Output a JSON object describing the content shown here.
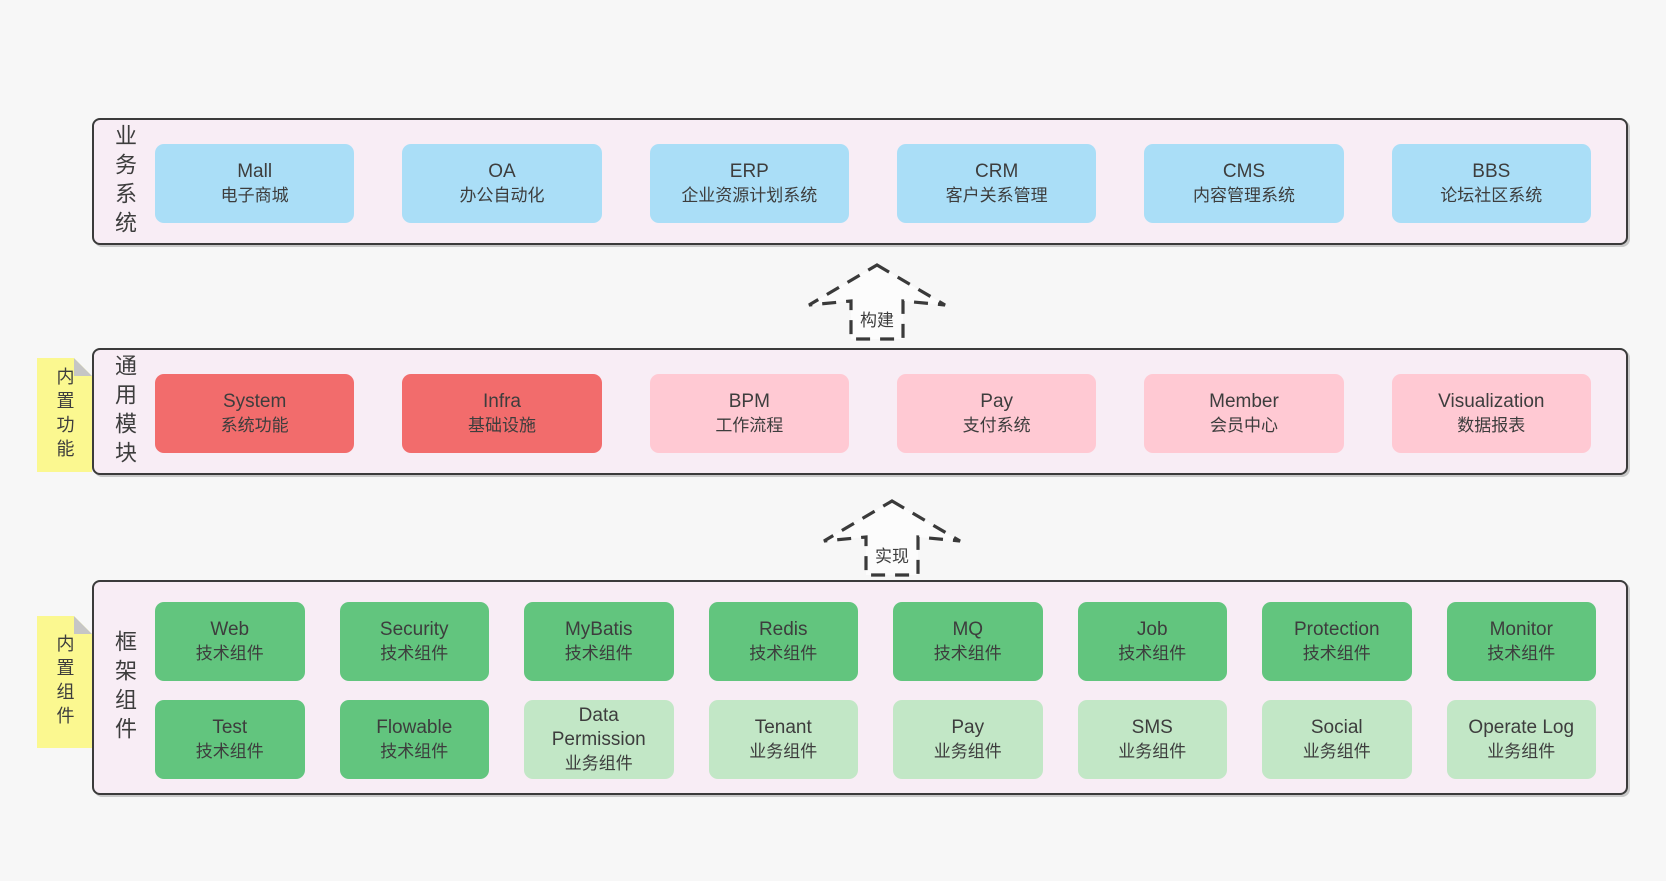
{
  "colors": {
    "page_bg": "#f7f7f7",
    "panel_bg": "#f8edf5",
    "panel_border": "#3b3b3b",
    "blue_box": "#aadef7",
    "red_box": "#f26c6c",
    "pink_box": "#ffc9d3",
    "green_box": "#62c57e",
    "light_green_box": "#c2e7c6",
    "sticky_yellow": "#fbf890",
    "text": "#3d3d3d"
  },
  "arrows": [
    {
      "label": "构建"
    },
    {
      "label": "实现"
    }
  ],
  "business_layer": {
    "side_label": "业务系统",
    "items": [
      {
        "name": "Mall",
        "desc": "电子商城"
      },
      {
        "name": "OA",
        "desc": "办公自动化"
      },
      {
        "name": "ERP",
        "desc": "企业资源计划系统"
      },
      {
        "name": "CRM",
        "desc": "客户关系管理"
      },
      {
        "name": "CMS",
        "desc": "内容管理系统"
      },
      {
        "name": "BBS",
        "desc": "论坛社区系统"
      }
    ]
  },
  "module_layer": {
    "sticky_label": "内置功能",
    "side_label": "通用模块",
    "items": [
      {
        "name": "System",
        "desc": "系统功能",
        "variant": "red"
      },
      {
        "name": "Infra",
        "desc": "基础设施",
        "variant": "red"
      },
      {
        "name": "BPM",
        "desc": "工作流程",
        "variant": "pink"
      },
      {
        "name": "Pay",
        "desc": "支付系统",
        "variant": "pink"
      },
      {
        "name": "Member",
        "desc": "会员中心",
        "variant": "pink"
      },
      {
        "name": "Visualization",
        "desc": "数据报表",
        "variant": "pink"
      }
    ]
  },
  "component_layer": {
    "sticky_label": "内置组件",
    "side_label": "框架组件",
    "row1": [
      {
        "name": "Web",
        "desc": "技术组件"
      },
      {
        "name": "Security",
        "desc": "技术组件"
      },
      {
        "name": "MyBatis",
        "desc": "技术组件"
      },
      {
        "name": "Redis",
        "desc": "技术组件"
      },
      {
        "name": "MQ",
        "desc": "技术组件"
      },
      {
        "name": "Job",
        "desc": "技术组件"
      },
      {
        "name": "Protection",
        "desc": "技术组件"
      },
      {
        "name": "Monitor",
        "desc": "技术组件"
      }
    ],
    "row2": [
      {
        "name": "Test",
        "desc": "技术组件",
        "variant": "green"
      },
      {
        "name": "Flowable",
        "desc": "技术组件",
        "variant": "green"
      },
      {
        "name": "Data Permission",
        "desc": "业务组件",
        "variant": "green-light"
      },
      {
        "name": "Tenant",
        "desc": "业务组件",
        "variant": "green-light"
      },
      {
        "name": "Pay",
        "desc": "业务组件",
        "variant": "green-light"
      },
      {
        "name": "SMS",
        "desc": "业务组件",
        "variant": "green-light"
      },
      {
        "name": "Social",
        "desc": "业务组件",
        "variant": "green-light"
      },
      {
        "name": "Operate Log",
        "desc": "业务组件",
        "variant": "green-light"
      }
    ]
  }
}
